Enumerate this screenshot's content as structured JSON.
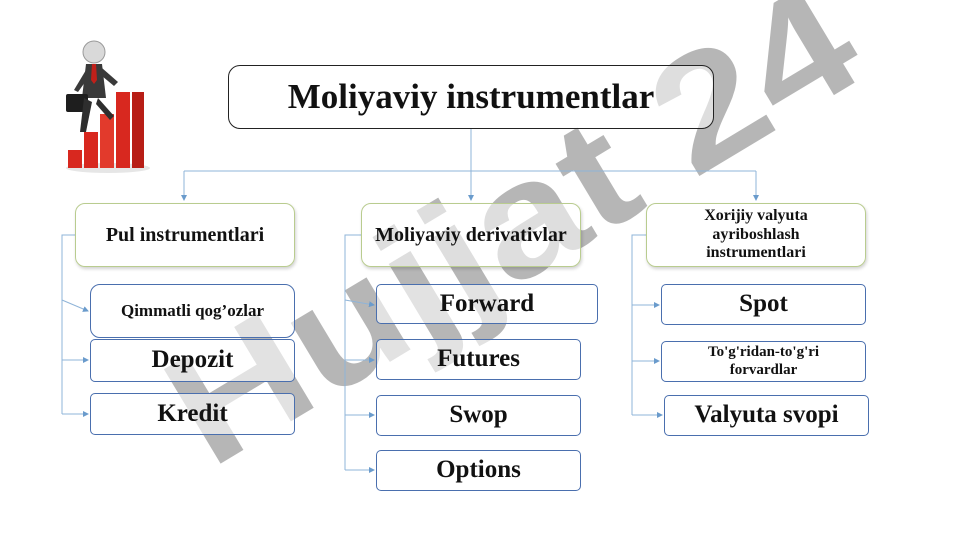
{
  "title": "Moliyaviy instrumentlar",
  "categories": [
    {
      "label": "Pul instrumentlari",
      "items": [
        "Qimmatli qog’ozlar",
        "Depozit",
        "Kredit"
      ]
    },
    {
      "label": "Moliyaviy derivativlar",
      "items": [
        "Forward",
        "Futures",
        "Swop",
        "Options"
      ]
    },
    {
      "label": "Xorijiy valyuta ayriboshlash instrumentlari",
      "items": [
        "Spot",
        "To'g'ridan-to'g'ri forvardlar",
        "Valyuta svopi"
      ]
    }
  ],
  "watermark": {
    "text": "Hujjat 24",
    "color": "#c9c3f0",
    "dark_color": "#9a9a9a"
  },
  "colors": {
    "connector": "#6a9bcc",
    "item_border": "#4a6fae",
    "category_border": "#b9cc8f",
    "chart_red": "#d8281f"
  },
  "icons": {
    "illustration": "businessman-climbing-bar-chart-icon"
  }
}
